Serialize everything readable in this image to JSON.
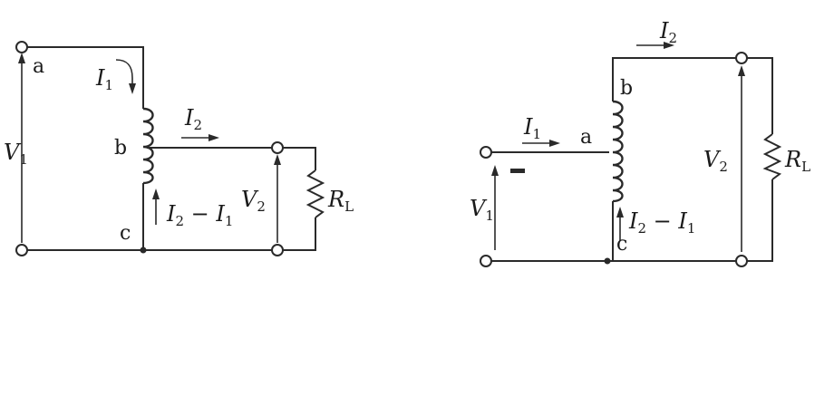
{
  "left_circuit": {
    "node_a": "a",
    "node_b": "b",
    "node_c": "c",
    "v1": {
      "main": "V",
      "sub": "1"
    },
    "i1": {
      "main": "I",
      "sub": "1"
    },
    "i2": {
      "main": "I",
      "sub": "2"
    },
    "diff": {
      "a": "I",
      "a_sub": "2",
      "op": " − ",
      "b": "I",
      "b_sub": "1"
    },
    "v2": {
      "main": "V",
      "sub": "2"
    },
    "rl": {
      "main": "R",
      "sub": "L"
    }
  },
  "right_circuit": {
    "node_a": "a",
    "node_b": "b",
    "node_c": "c",
    "v1": {
      "main": "V",
      "sub": "1"
    },
    "i1": {
      "main": "I",
      "sub": "1"
    },
    "i2": {
      "main": "I",
      "sub": "2"
    },
    "diff": {
      "a": "I",
      "a_sub": "2",
      "op": " − ",
      "b": "I",
      "b_sub": "1"
    },
    "v2": {
      "main": "V",
      "sub": "2"
    },
    "rl": {
      "main": "R",
      "sub": "L"
    }
  }
}
